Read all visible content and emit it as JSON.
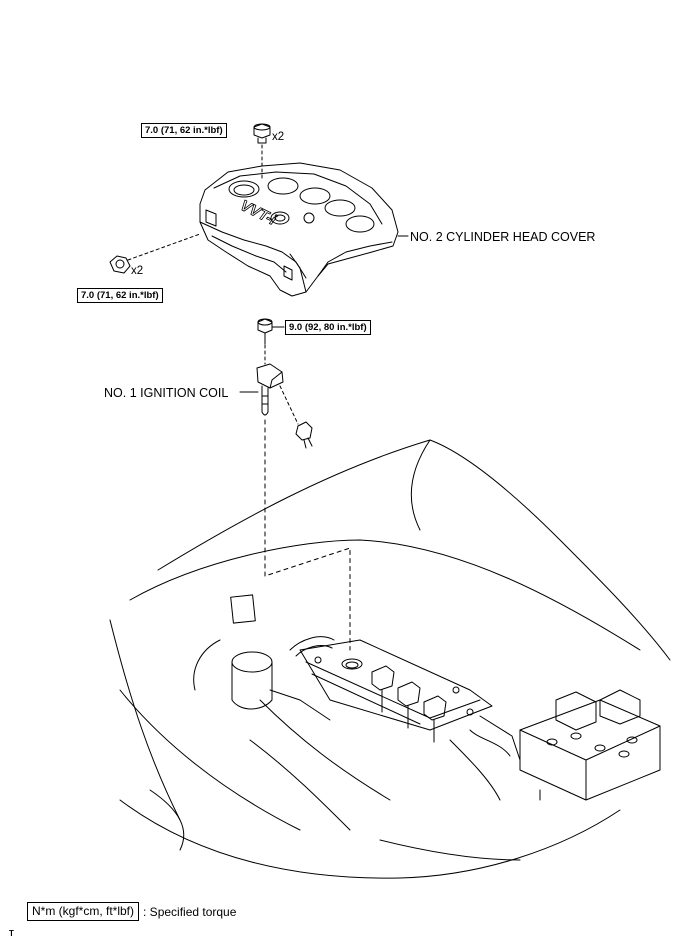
{
  "parts": {
    "cover_label": "NO. 2 CYLINDER HEAD COVER",
    "coil_label": "NO. 1 IGNITION COIL",
    "cover_logo": "VVT-i"
  },
  "torques": {
    "top_nut": "7.0 (71, 62 in.*lbf)",
    "side_nut": "7.0 (71, 62 in.*lbf)",
    "coil_bolt": "9.0 (92, 80 in.*lbf)"
  },
  "quantities": {
    "top_nut": "x2",
    "side_nut": "x2"
  },
  "legend": {
    "unit": "N*m (kgf*cm, ft*lbf)",
    "description": ": Specified torque"
  },
  "corner_mark": "T",
  "colors": {
    "line": "#000000",
    "background": "#ffffff"
  }
}
